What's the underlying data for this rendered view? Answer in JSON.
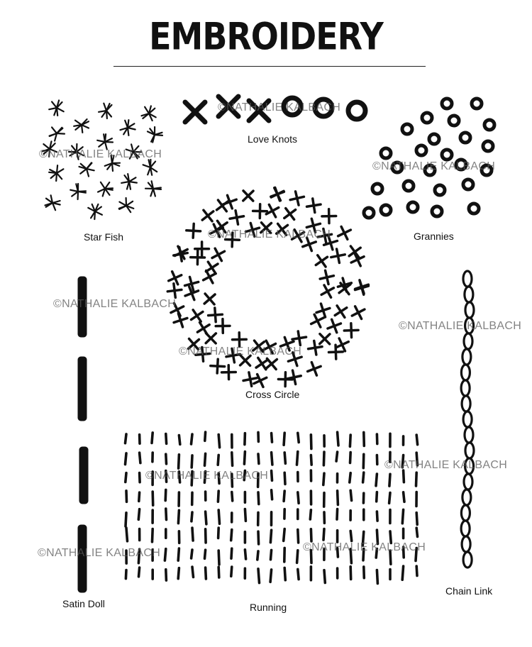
{
  "title": "EMBROIDERY",
  "colors": {
    "ink": "#111111",
    "watermark": "#5a5a5a",
    "background": "#ffffff"
  },
  "stitches": {
    "star_fish": "Star Fish",
    "love_knots": "Love Knots",
    "grannies": "Grannies",
    "cross_circle": "Cross Circle",
    "satin_doll": "Satin Doll",
    "running": "Running",
    "chain_link": "Chain Link"
  },
  "watermark": "©NATHALIE KALBACH"
}
